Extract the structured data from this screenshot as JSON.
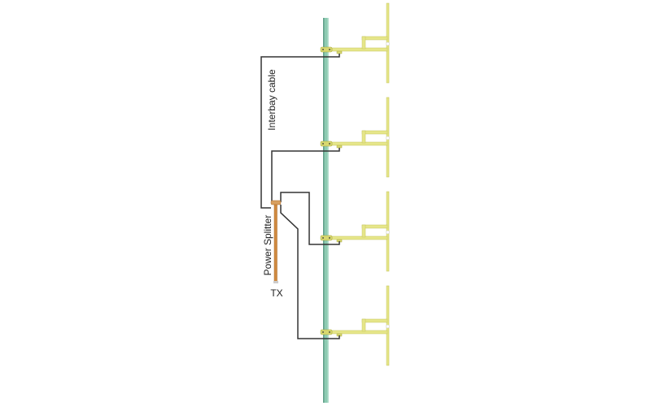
{
  "labels": {
    "interbay_cable": "Interbay cable",
    "power_splitter": "Power Splitter",
    "tx": "TX"
  },
  "bays": [
    1,
    2,
    3,
    4
  ],
  "colors": {
    "mast": "#8ecbb2",
    "mast_edge": "#5f9e88",
    "dipole": "#e6e68a",
    "dipole_edge": "#c4c45a",
    "cable": "#333333",
    "splitter": "#d08a40"
  }
}
